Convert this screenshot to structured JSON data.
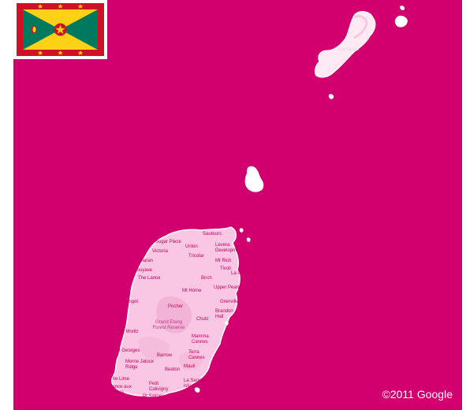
{
  "map": {
    "background_color": "#d1006e",
    "land_color": "#f9c7e3",
    "copyright": "©2011 Google",
    "places": [
      {
        "id": "carriacou",
        "label": "Carriacou"
      },
      {
        "id": "sauteurs",
        "label": "Sauteurs"
      },
      {
        "id": "sugar-piece",
        "label": "Sugar Piece"
      },
      {
        "id": "union",
        "label": "Union"
      },
      {
        "id": "victoria",
        "label": "Victoria"
      },
      {
        "id": "levera-development",
        "label": "Levera Development"
      },
      {
        "id": "tricolar",
        "label": "Tricolar"
      },
      {
        "id": "maran",
        "label": "Maran"
      },
      {
        "id": "mt-rich",
        "label": "Mt Rich"
      },
      {
        "id": "gouyave",
        "label": "Gouyave"
      },
      {
        "id": "tivoli",
        "label": "Tivoli"
      },
      {
        "id": "la-poterie",
        "label": "La Poterie"
      },
      {
        "id": "the-lance",
        "label": "The Lance"
      },
      {
        "id": "birch",
        "label": "Birch"
      },
      {
        "id": "upper-pearls",
        "label": "Upper Pearls"
      },
      {
        "id": "mt-home",
        "label": "Mt Home"
      },
      {
        "id": "mangot",
        "label": "Mangot"
      },
      {
        "id": "grenville",
        "label": "Grenville"
      },
      {
        "id": "pocher",
        "label": "Pocher"
      },
      {
        "id": "brandon-hall",
        "label": "Brandon Hall"
      },
      {
        "id": "chutz",
        "label": "Chutz"
      },
      {
        "id": "grand-etang",
        "label": "Grand Etang Forest Reserve"
      },
      {
        "id": "mt-moritz",
        "label": "Mt Moritz"
      },
      {
        "id": "mamma-cannes",
        "label": "Mamma Cannes"
      },
      {
        "id": "st-georges",
        "label": "St Georges"
      },
      {
        "id": "barrow",
        "label": "Barrow"
      },
      {
        "id": "terra-cannes",
        "label": "Terra Cannes"
      },
      {
        "id": "morne-jaloux",
        "label": "Morne Jaloux Ridge"
      },
      {
        "id": "beaton",
        "label": "Beaton"
      },
      {
        "id": "mauli",
        "label": "Mauli"
      },
      {
        "id": "the-lime",
        "label": "The Lime"
      },
      {
        "id": "lance-aux-epines",
        "label": "Lance aux Epines"
      },
      {
        "id": "petit-calivigny",
        "label": "Petit Calivigny"
      },
      {
        "id": "point-salines",
        "label": "Pt Salines"
      },
      {
        "id": "la-sagesse",
        "label": "La Sagesse Island"
      }
    ]
  },
  "flag": {
    "border_color": "#ce1126",
    "yellow": "#fcd116",
    "green": "#007a5e",
    "red": "#ce1126",
    "star_count_top": 3,
    "star_count_bottom": 3
  }
}
